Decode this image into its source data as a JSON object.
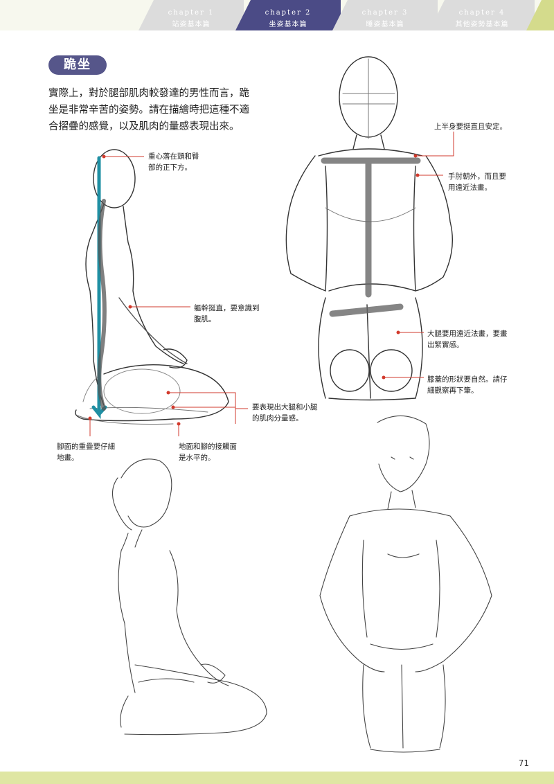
{
  "header": {
    "tabs": [
      {
        "chapter": "chapter 1",
        "title": "站姿基本篇",
        "active": false
      },
      {
        "chapter": "chapter 2",
        "title": "坐姿基本篇",
        "active": true
      },
      {
        "chapter": "chapter 3",
        "title": "睡姿基本篇",
        "active": false
      },
      {
        "chapter": "chapter 4",
        "title": "其他姿勢基本篇",
        "active": false
      }
    ]
  },
  "section": {
    "title": "跪坐",
    "intro": "實際上，對於腿部肌肉較發達的男性而言，跪坐是非常辛苦的姿勢。請在描繪時把這種不適合摺疊的感覺，以及肌肉的量感表現出來。"
  },
  "notes": {
    "center_of_gravity": [
      "重心落在頭和臀",
      "部的正下方。"
    ],
    "torso": [
      "軀幹挺直，要意識到",
      "腹肌。"
    ],
    "thigh_muscle": [
      "要表現出大腿和小腿",
      "的肌肉分量感。"
    ],
    "foot_overlap": [
      "腳面的重疊要仔細",
      "地畫。"
    ],
    "ground_contact": [
      "地面和腳的接觸面",
      "是水平的。"
    ],
    "upper_body": [
      "上半身要挺直且安定。"
    ],
    "elbows": [
      "手肘朝外，而且要",
      "用遠近法畫。"
    ],
    "thighs_front": [
      "大腿要用遠近法畫，要畫",
      "出緊實感。"
    ],
    "knees": [
      "膝蓋的形狀要自然。請仔",
      "細觀察再下筆。"
    ]
  },
  "footer": {
    "page_number": "71"
  },
  "colors": {
    "accent": "#56568a",
    "tab_active": "#4b4b86",
    "tab_inactive": "#dcdcdc",
    "lime": "#dfe6a3",
    "callout": "#d23a2c",
    "guide": "#1f8fa3"
  }
}
